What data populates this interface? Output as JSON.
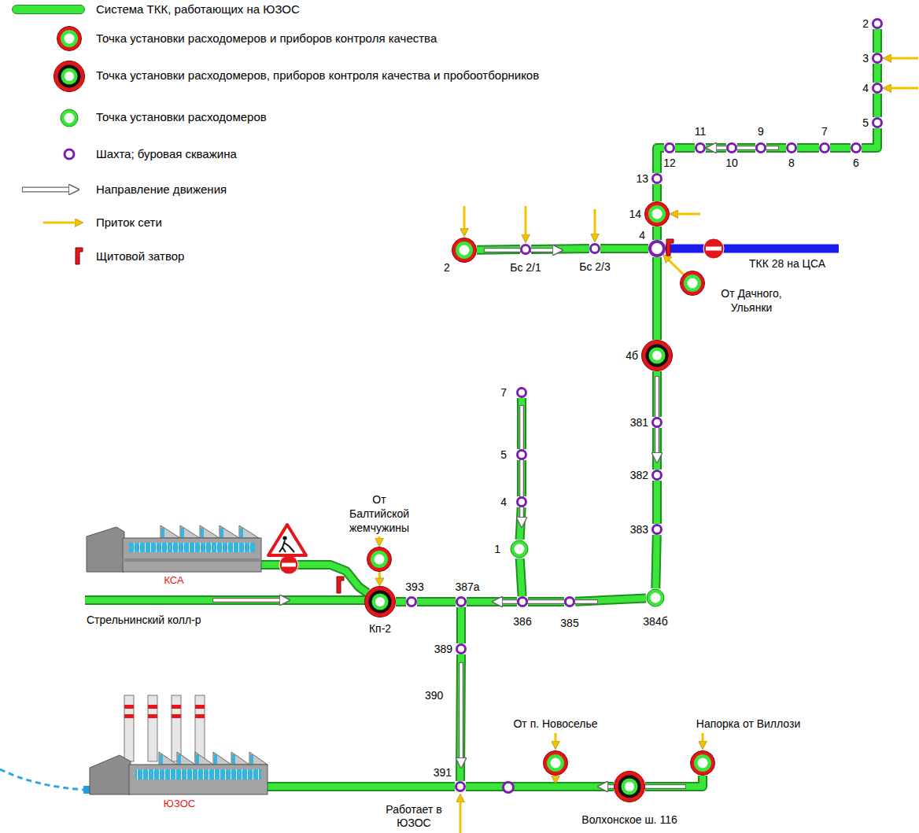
{
  "diagram": {
    "nodes": [
      {
        "text": [
          "2"
        ]
      },
      {
        "text": [
          "3"
        ]
      },
      {
        "text": [
          "4"
        ]
      },
      {
        "text": [
          "5"
        ]
      },
      {
        "text": [
          "6"
        ]
      },
      {
        "text": [
          "7"
        ]
      },
      {
        "text": [
          "8"
        ]
      },
      {
        "text": [
          "9"
        ]
      },
      {
        "text": [
          "10"
        ]
      },
      {
        "text": [
          "11"
        ]
      },
      {
        "text": [
          "12"
        ]
      },
      {
        "text": [
          "13"
        ]
      },
      {
        "text": [
          "14"
        ]
      },
      {
        "text": [
          "2"
        ]
      },
      {
        "text": [
          "Бс 2/1"
        ]
      },
      {
        "text": [
          "Бс 2/3"
        ]
      },
      {
        "text": [
          "4"
        ]
      },
      {
        "text": [
          "От Дачного, Ульянки"
        ]
      },
      {
        "text": [
          "4б"
        ]
      },
      {
        "text": [
          "381"
        ]
      },
      {
        "text": [
          "382"
        ]
      },
      {
        "text": [
          "383"
        ]
      },
      {
        "text": [
          "384б"
        ]
      },
      {
        "text": [
          "7"
        ]
      },
      {
        "text": [
          "5"
        ]
      },
      {
        "text": [
          "4"
        ]
      },
      {
        "text": [
          "1"
        ]
      },
      {
        "text": [
          "КСА"
        ]
      },
      {
        "text": [
          "От Балтийской жемчужины"
        ]
      },
      {
        "text": [
          "Кп-2"
        ]
      },
      {
        "text": [
          "393"
        ]
      },
      {
        "text": [
          "387а"
        ]
      },
      {
        "text": [
          "386"
        ]
      },
      {
        "text": [
          "385"
        ]
      },
      {
        "text": [
          "389"
        ]
      },
      {
        "text": [
          "ЮЗОС"
        ]
      },
      {
        "text": [
          "391"
        ]
      },
      {
        "text": [
          "От п. Новоселье"
        ]
      },
      {
        "text": [
          "Волхонское ш. 116"
        ]
      },
      {
        "text": [
          "Напорка от Виллози"
        ]
      }
    ],
    "edges": [
      {
        "from": 0,
        "to": 1,
        "arrow": "none"
      },
      {
        "from": 1,
        "to": 2,
        "arrow": "none"
      },
      {
        "from": 2,
        "to": 3,
        "arrow": "none"
      },
      {
        "from": 3,
        "to": 4,
        "arrow": "none"
      },
      {
        "from": 4,
        "to": 5,
        "arrow": "none"
      },
      {
        "from": 5,
        "to": 6,
        "arrow": "none"
      },
      {
        "from": 6,
        "to": 7,
        "arrow": "none"
      },
      {
        "from": 7,
        "to": 8,
        "arrow": "none"
      },
      {
        "from": 8,
        "to": 9,
        "arrow": "none"
      },
      {
        "from": 9,
        "to": 10,
        "arrow": "none"
      },
      {
        "from": 10,
        "to": 11,
        "arrow": "none"
      },
      {
        "from": 11,
        "to": 12,
        "arrow": "none"
      },
      {
        "from": 12,
        "to": 16,
        "arrow": "none"
      },
      {
        "from": 13,
        "to": 14,
        "arrow": "none"
      },
      {
        "from": 14,
        "to": 15,
        "arrow": "none"
      },
      {
        "from": 15,
        "to": 16,
        "arrow": "none"
      },
      {
        "from": 17,
        "to": 16,
        "arrow": "to"
      },
      {
        "from": 16,
        "to": 18,
        "arrow": "none"
      },
      {
        "from": 18,
        "to": 19,
        "arrow": "none"
      },
      {
        "from": 19,
        "to": 20,
        "arrow": "none"
      },
      {
        "from": 20,
        "to": 21,
        "arrow": "none"
      },
      {
        "from": 21,
        "to": 22,
        "arrow": "none"
      },
      {
        "from": 22,
        "to": 33,
        "arrow": "none"
      },
      {
        "from": 33,
        "to": 32,
        "arrow": "none"
      },
      {
        "from": 32,
        "to": 31,
        "arrow": "none"
      },
      {
        "from": 31,
        "to": 30,
        "arrow": "none"
      },
      {
        "from": 30,
        "to": 29,
        "arrow": "none"
      },
      {
        "from": 23,
        "to": 24,
        "arrow": "none"
      },
      {
        "from": 24,
        "to": 25,
        "arrow": "none"
      },
      {
        "from": 25,
        "to": 26,
        "arrow": "none"
      },
      {
        "from": 26,
        "to": 32,
        "arrow": "none"
      },
      {
        "from": 28,
        "to": 29,
        "arrow": "to"
      },
      {
        "from": 27,
        "to": 29,
        "arrow": "none"
      },
      {
        "from": 31,
        "to": 34,
        "arrow": "none"
      },
      {
        "from": 34,
        "to": 36,
        "arrow": "none"
      },
      {
        "from": 36,
        "to": 35,
        "arrow": "none"
      },
      {
        "from": 38,
        "to": 36,
        "arrow": "none"
      },
      {
        "from": 39,
        "to": 38,
        "arrow": "none"
      }
    ],
    "labels": [
      "ТКК 28 на ЦСА",
      "Стрельнинский колл-р",
      "390",
      "Работает в ЮЗОС"
    ],
    "legend": [
      {
        "text": "Система ТКК, работающих на ЮЗОС",
        "color": "#3ae63a"
      },
      {
        "text": "Точка установки расходомеров и приборов контроля качества"
      },
      {
        "text": "Точка установки расходомеров, приборов контроля качества и пробоотборников"
      },
      {
        "text": "Точка установки расходомеров"
      },
      {
        "text": "Шахта; буровая скважина"
      },
      {
        "text": "Направление движения"
      },
      {
        "text": "Приток сети"
      },
      {
        "text": "Щитовой затвор"
      }
    ]
  }
}
